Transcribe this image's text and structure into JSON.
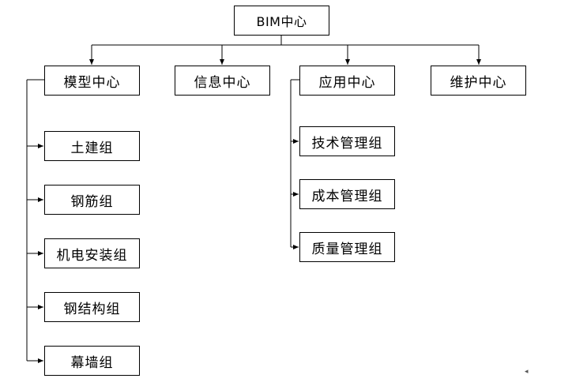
{
  "root": {
    "label": "BIM中心"
  },
  "centers": [
    {
      "id": "model",
      "label": "模型中心"
    },
    {
      "id": "info",
      "label": "信息中心"
    },
    {
      "id": "app",
      "label": "应用中心"
    },
    {
      "id": "maint",
      "label": "维护中心"
    }
  ],
  "model_groups": [
    {
      "label": "土建组"
    },
    {
      "label": "钢筋组"
    },
    {
      "label": "机电安装组"
    },
    {
      "label": "钢结构组"
    },
    {
      "label": "幕墙组"
    }
  ],
  "app_groups": [
    {
      "label": "技术管理组"
    },
    {
      "label": "成本管理组"
    },
    {
      "label": "质量管理组"
    }
  ],
  "corner_mark": "◂"
}
